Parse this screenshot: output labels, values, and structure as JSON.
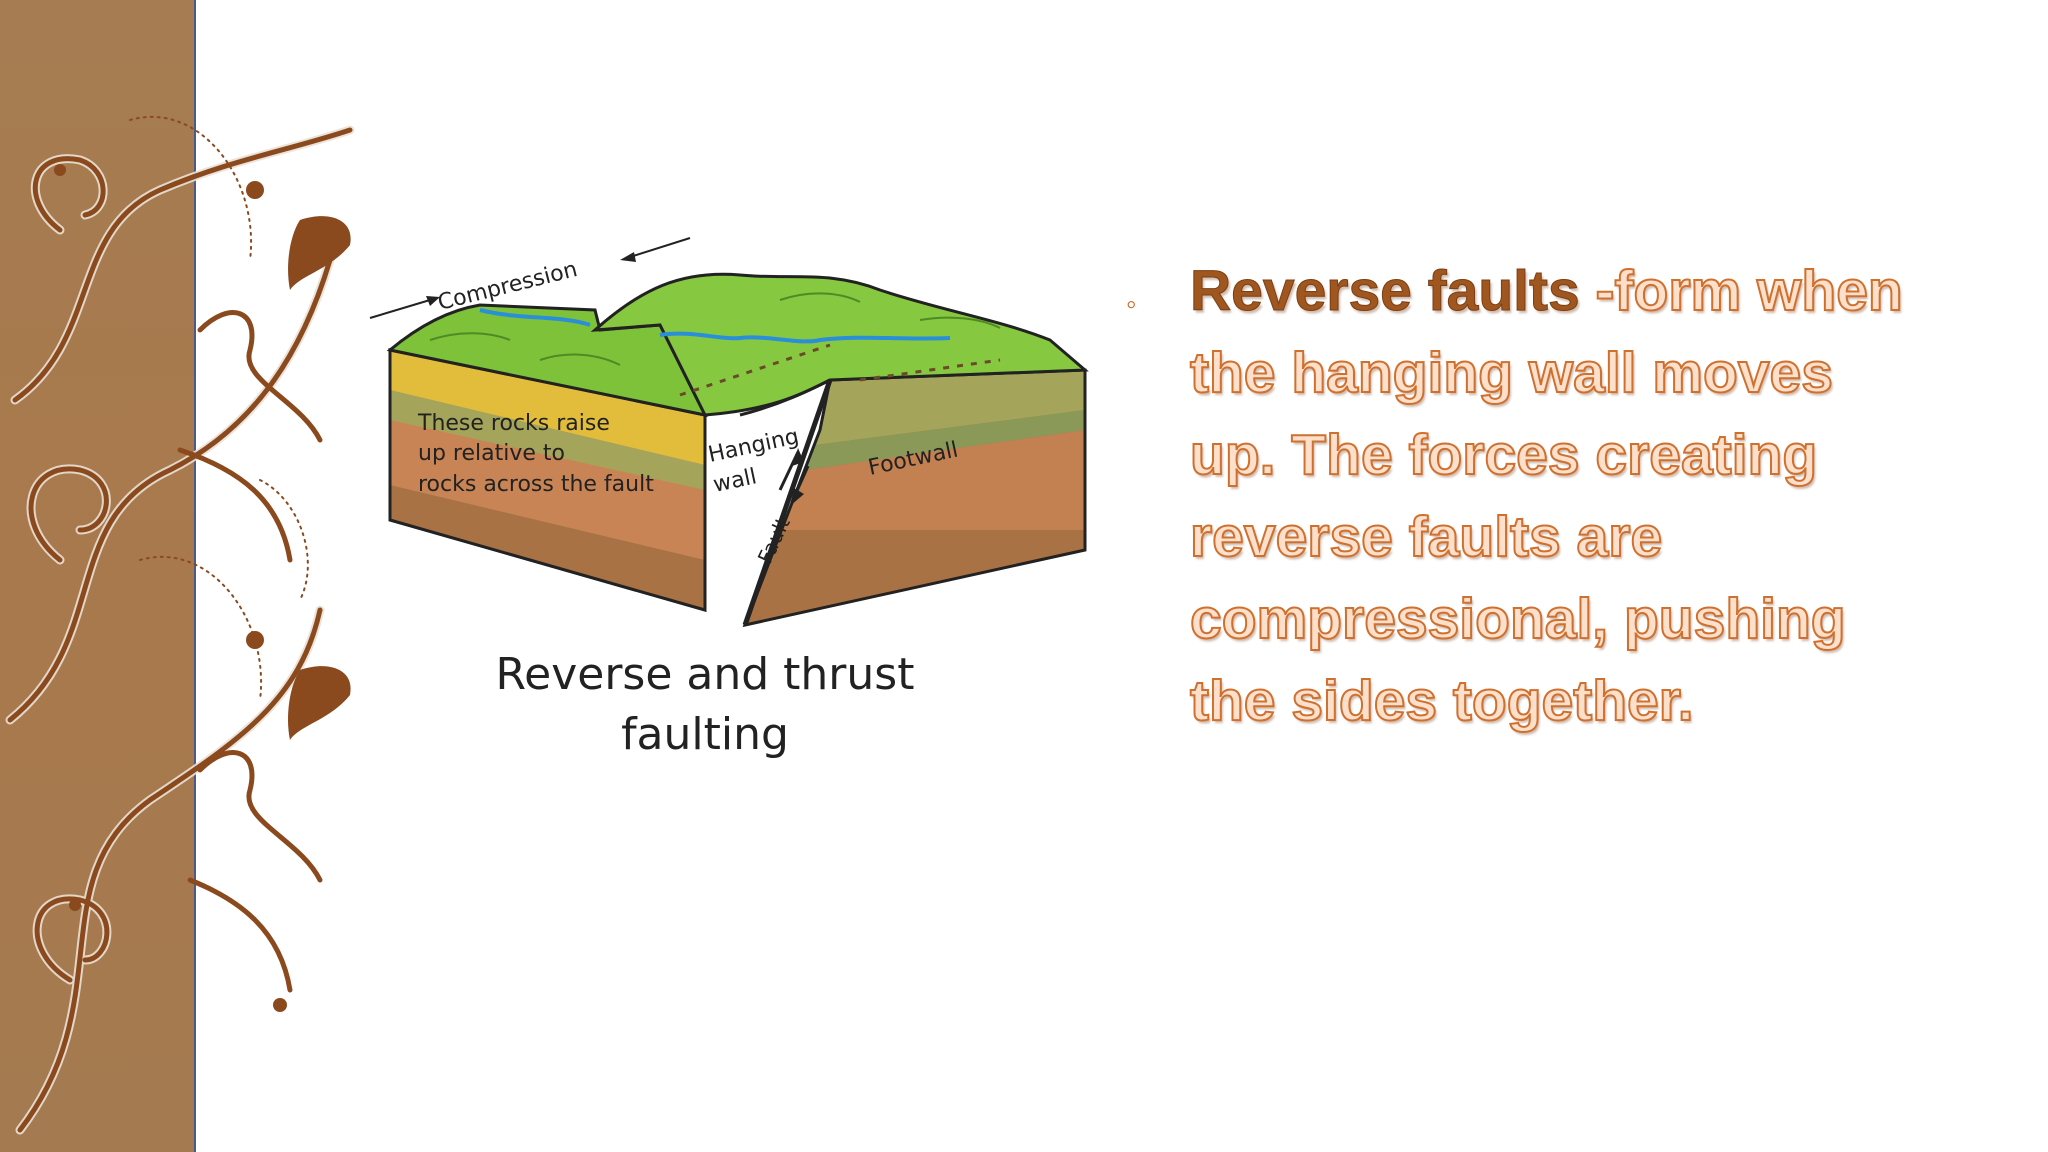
{
  "diagram": {
    "compression_label": "Compression",
    "rocks_label_lines": [
      "These rocks raise",
      "up relative to",
      "rocks across the fault"
    ],
    "hanging_wall_lines": [
      "Hanging",
      "wall"
    ],
    "footwall_label": "Footwall",
    "fault_label": "Fault",
    "caption_lines": [
      "Reverse and thrust",
      "faulting"
    ]
  },
  "content": {
    "bullet_icon": "bullet-dot-icon",
    "lead": "Reverse faults",
    "lines": [
      " -form when",
      "the hanging wall moves",
      "up. The forces creating",
      "reverse faults are",
      "compressional, pushing",
      "the sides together."
    ]
  },
  "colors": {
    "band": "#a67c52",
    "swirl": "#8a4a1e",
    "text_fill": "#fce0cc",
    "text_stroke": "#d0702e",
    "lead_text": "#a0561f"
  }
}
